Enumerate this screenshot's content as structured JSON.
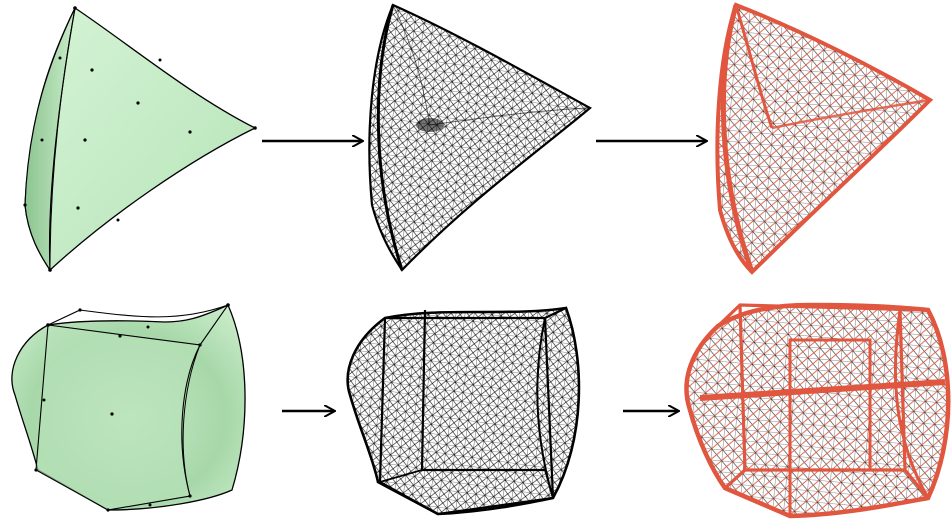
{
  "figure": {
    "rows": [
      {
        "shape": "tetrahedron",
        "stages": [
          {
            "name": "input-surface",
            "style": "shaded-patch-with-control-points"
          },
          {
            "name": "triangle-mesh",
            "style": "black-wireframe"
          },
          {
            "name": "highlighted-mesh",
            "style": "wireframe-with-red-edge-tubes"
          }
        ]
      },
      {
        "shape": "cube",
        "stages": [
          {
            "name": "input-surface",
            "style": "shaded-patch-with-control-points"
          },
          {
            "name": "triangle-mesh",
            "style": "black-wireframe"
          },
          {
            "name": "highlighted-mesh",
            "style": "wireframe-with-red-edge-tubes"
          }
        ]
      }
    ],
    "arrows": [
      "right-arrow-icon",
      "right-arrow-icon",
      "right-arrow-icon",
      "right-arrow-icon"
    ]
  },
  "colors": {
    "surface_fill": "#c8edc8",
    "surface_shade": "#9ccf9e",
    "edge": "#000000",
    "highlight": "#e0563f",
    "background": "#ffffff"
  }
}
